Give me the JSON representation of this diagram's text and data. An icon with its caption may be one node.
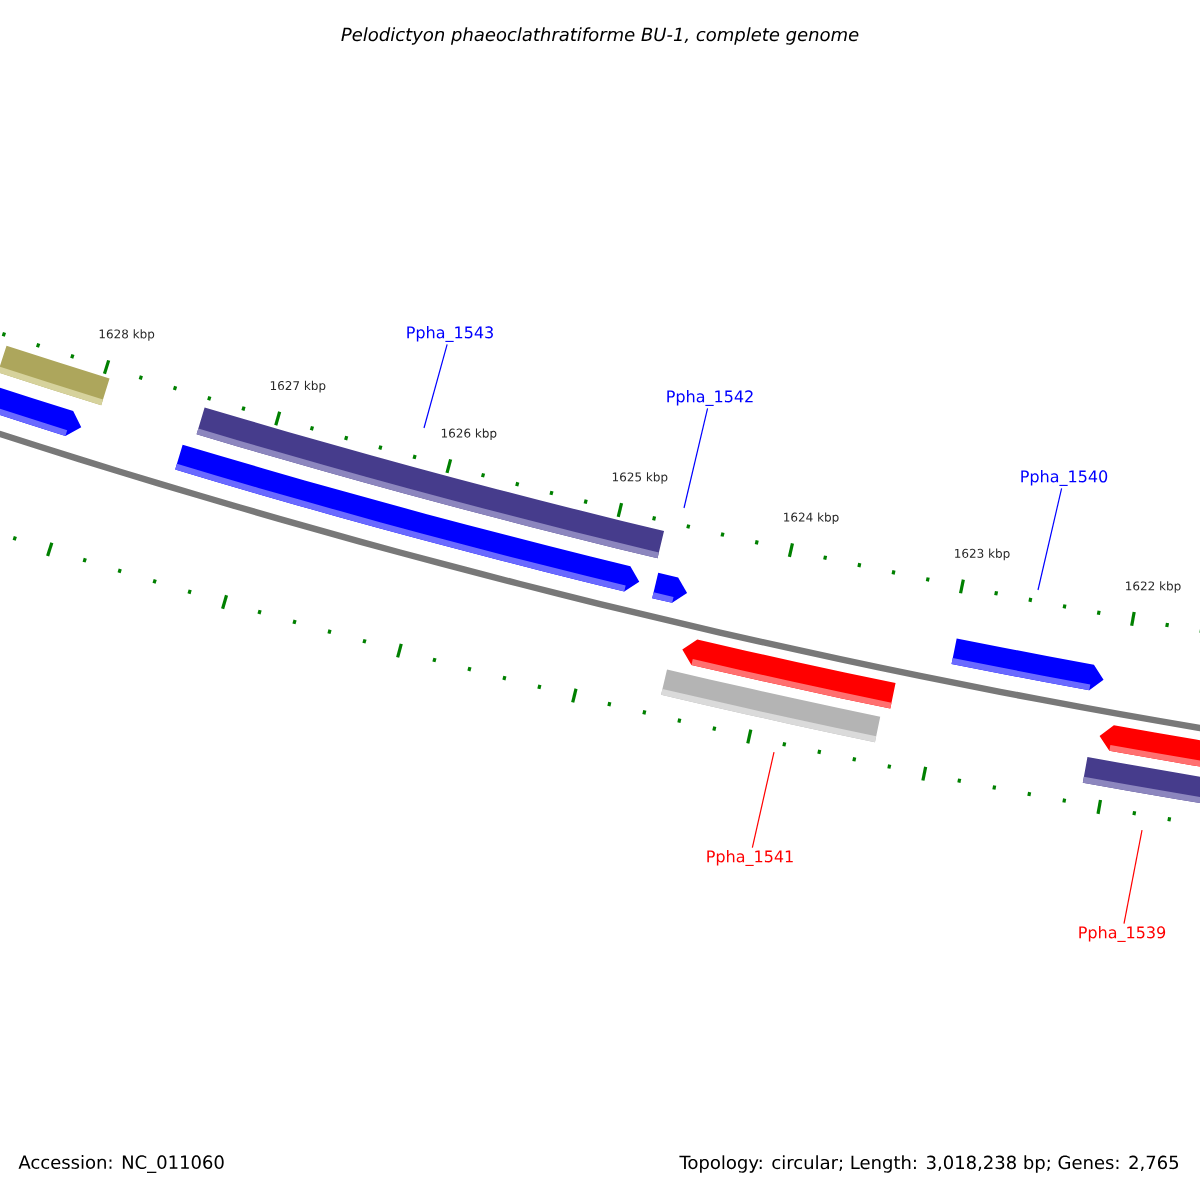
{
  "diagram": {
    "title": "Pelodictyon phaeoclathratiforme BU-1, complete genome",
    "nodes": [
      {
        "text": [
          "Ppha_1543"
        ]
      },
      {
        "text": [
          "Ppha_1542"
        ]
      },
      {
        "text": [
          "Ppha_1540"
        ]
      },
      {
        "text": [
          "Ppha_1541"
        ]
      },
      {
        "text": [
          "Ppha_1539"
        ]
      }
    ],
    "edges": [
      {
        "from": 0,
        "to": null,
        "arrow": "none"
      },
      {
        "from": 1,
        "to": null,
        "arrow": "none"
      },
      {
        "from": 2,
        "to": null,
        "arrow": "none"
      },
      {
        "from": 3,
        "to": null,
        "arrow": "none",
        "color": "#ff0000"
      },
      {
        "from": 4,
        "to": null,
        "arrow": "none",
        "color": "#ff0000"
      }
    ],
    "labels": [
      "1628 kbp",
      "1627 kbp",
      "1626 kbp",
      "1625 kbp",
      "1624 kbp",
      "1623 kbp",
      "1622 kbp",
      "Accession: NC_011060",
      "Topology: circular; Length: 3,018,238 bp; Genes: 2,765"
    ]
  }
}
